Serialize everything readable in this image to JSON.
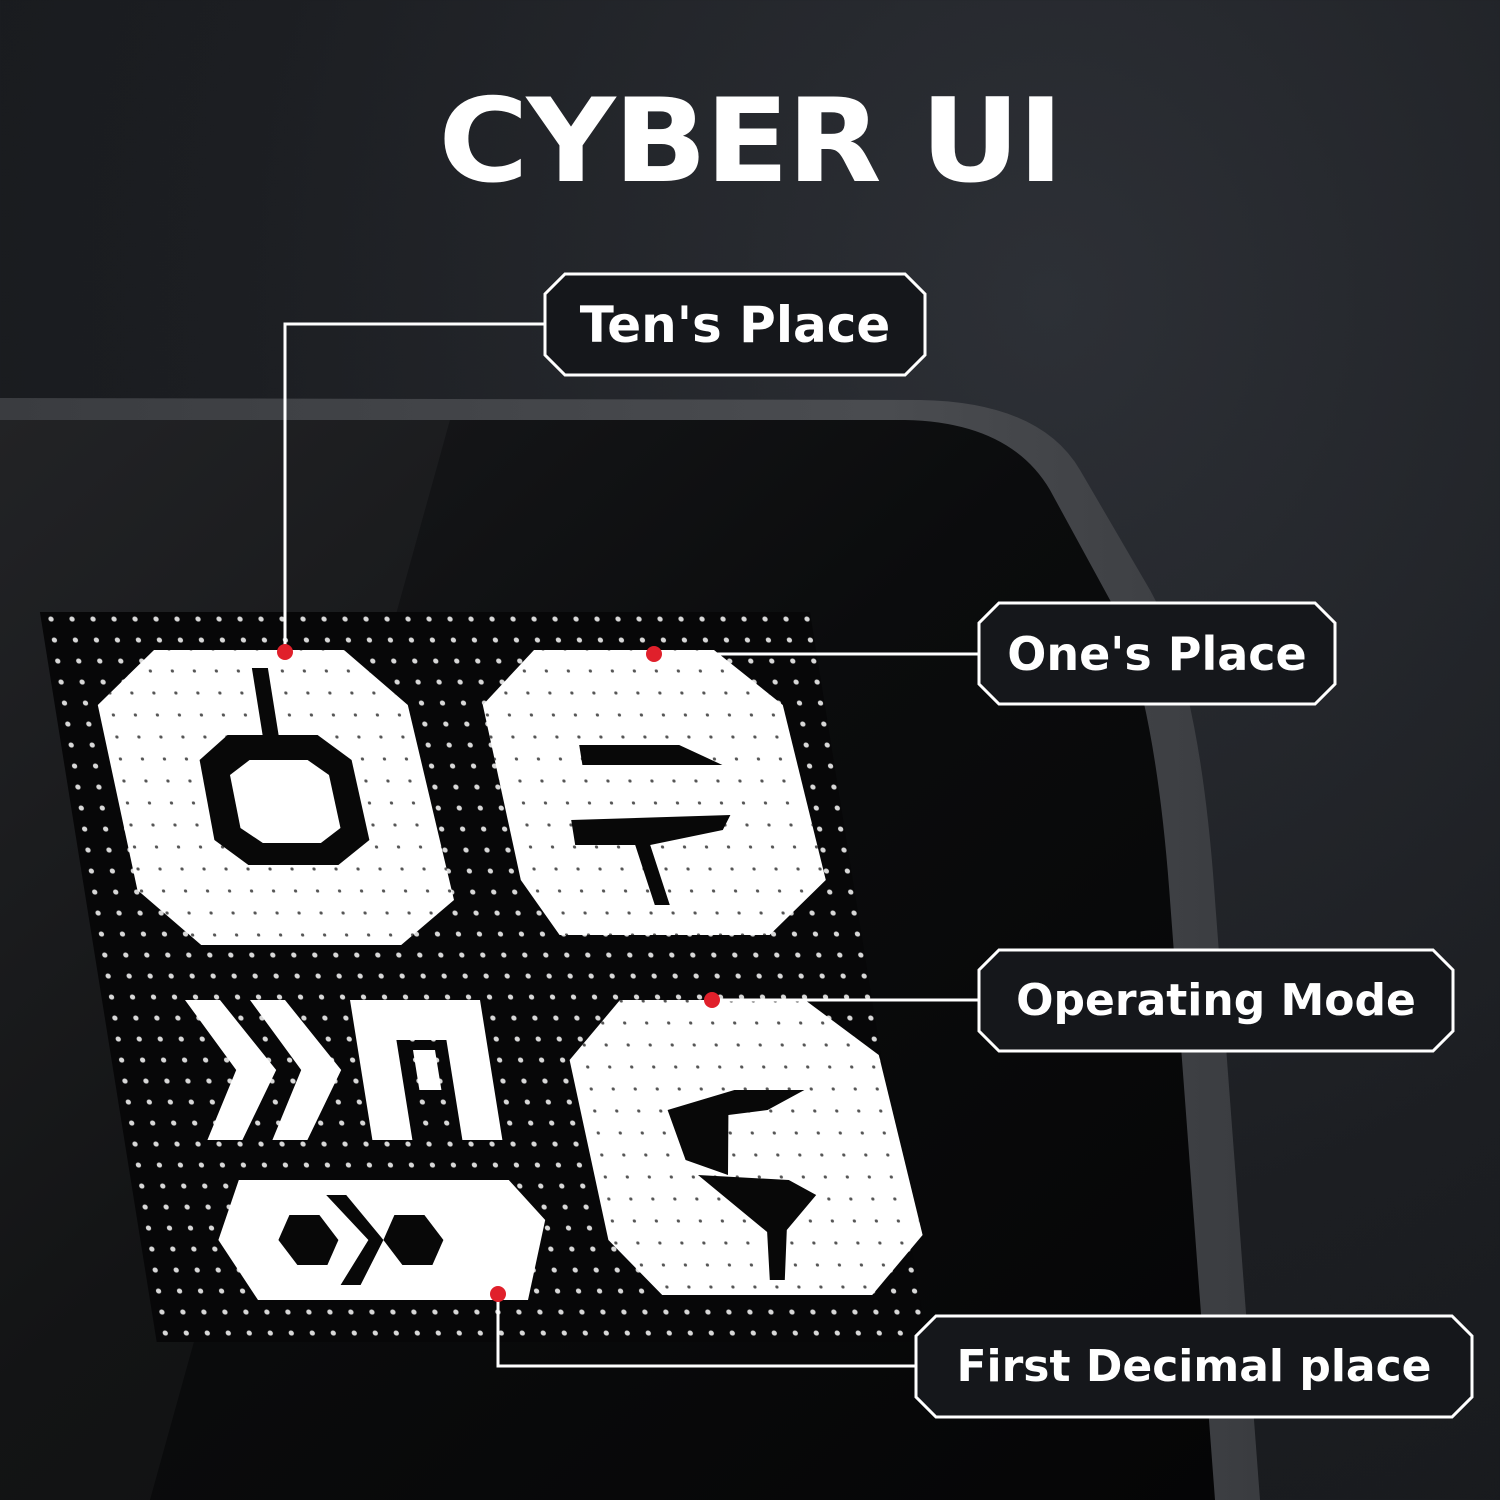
{
  "title": "CYBER UI",
  "labels": {
    "tens_place": "Ten's Place",
    "ones_place": "One's Place",
    "operating_mode": "Operating Mode",
    "first_decimal": "First Decimal place"
  },
  "colors": {
    "background": "#1c1e22",
    "accent_dot": "#e0202b",
    "label_text": "#ffffff",
    "label_bg": "#15171b",
    "segment": "#ffffff"
  }
}
